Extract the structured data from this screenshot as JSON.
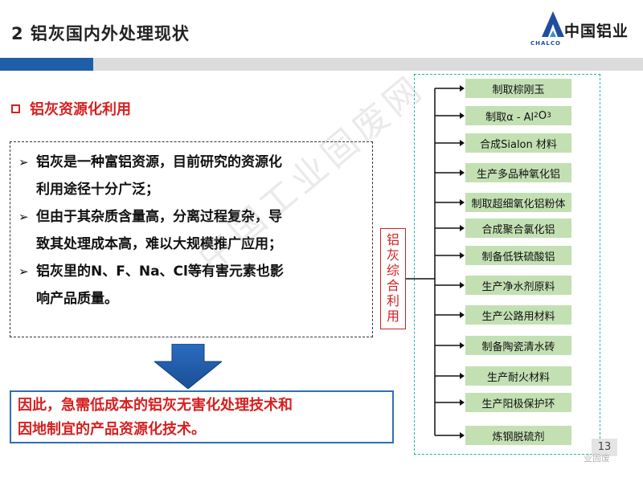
{
  "header": {
    "title": "2   铝灰国内外处理现状",
    "logo_text": "中国铝业",
    "logo_sub": "CHALCO"
  },
  "section_title": "铝灰资源化利用",
  "bullets": [
    {
      "line1": "铝灰是一种富铝资源，目前研究的资源化",
      "line2": "利用途径十分广泛；"
    },
    {
      "line1": "但由于其杂质含量高，分离过程复杂，导",
      "line2": "致其处理成本高，难以大规模推广应用；"
    },
    {
      "line1": "铝灰里的N、F、Na、Cl等有害元素也影",
      "line2": "响产品质量。"
    }
  ],
  "conclusion": {
    "line1": "因此，急需低成本的铝灰无害化处理技术和",
    "line2": "因地制宜的产品资源化技术。"
  },
  "diagram": {
    "root": "铝灰综合利用",
    "branches": [
      {
        "pre": "制取棕刚玉"
      },
      {
        "pre": "制取α - Al",
        "sub1": "2",
        "mid": "O",
        "sub2": "3"
      },
      {
        "pre": "合成Sialon 材料"
      },
      {
        "pre": "生产多品种氧化铝"
      },
      {
        "pre": "制取超细氧化铝粉体"
      },
      {
        "pre": "合成聚合氯化铝"
      },
      {
        "pre": "制备低铁硫酸铝"
      },
      {
        "pre": "生产净水剂原料"
      },
      {
        "pre": "生产公路用材料"
      },
      {
        "pre": "制备陶瓷清水砖"
      },
      {
        "pre": "生产耐火材料"
      },
      {
        "pre": "生产阳极保护环"
      },
      {
        "pre": "炼钢脱硫剂"
      }
    ]
  },
  "page_number": "13",
  "watermark": "中国工业固废网",
  "footer_watermark": "业固废",
  "colors": {
    "accent_red": "#d62020",
    "header_blue": "#1f5fa8",
    "branch_green": "#c3e0b3",
    "frame_teal": "#2ab3a3",
    "arrow_blue": "#1f5fa8"
  }
}
